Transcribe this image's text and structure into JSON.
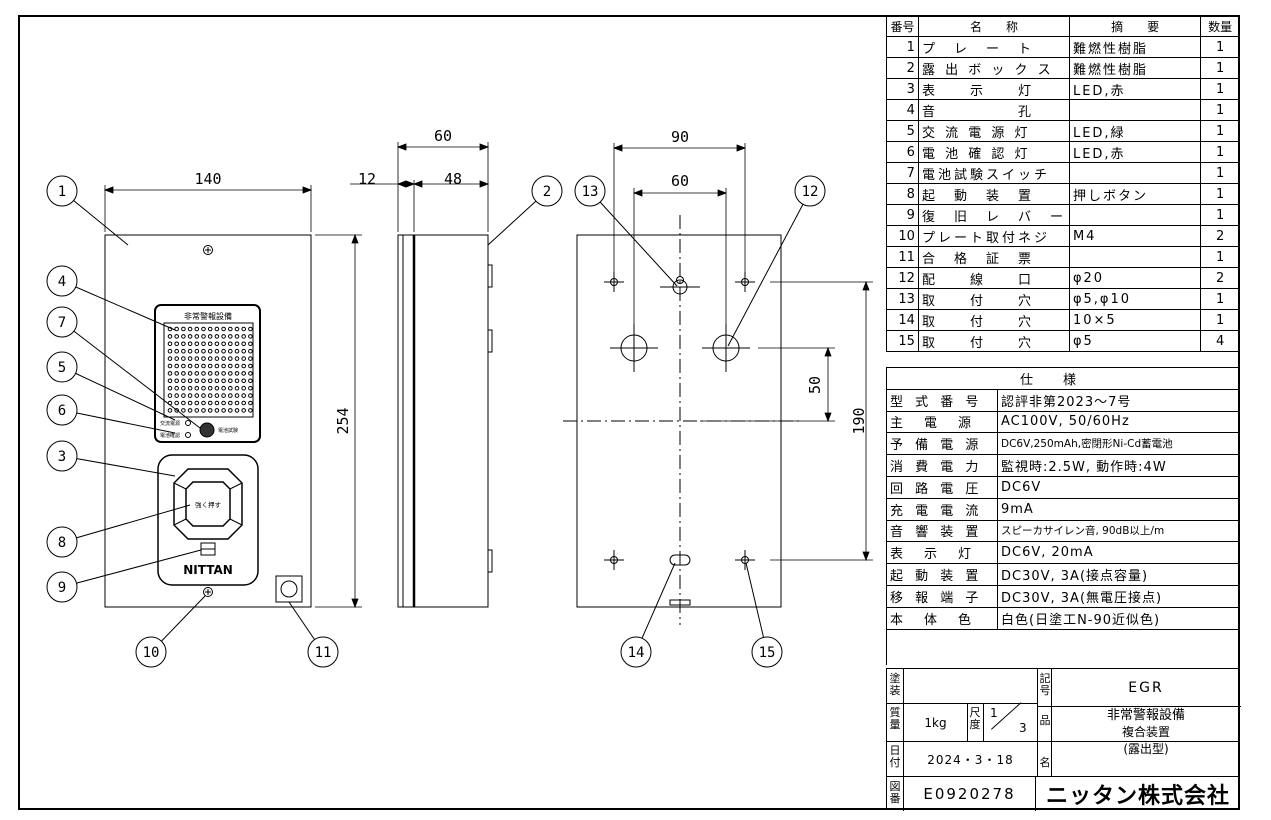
{
  "parts_header": {
    "no": "番号",
    "name": "名　　称",
    "remark": "摘　　要",
    "qty": "数量"
  },
  "parts": [
    {
      "no": "1",
      "name": "プ　レ　ー　ト",
      "remark": "難燃性樹脂",
      "qty": "1"
    },
    {
      "no": "2",
      "name": "露 出 ボ ッ ク ス",
      "remark": "難燃性樹脂",
      "qty": "1"
    },
    {
      "no": "3",
      "name": "表　　示　　灯",
      "remark": "LED,赤",
      "qty": "1"
    },
    {
      "no": "4",
      "name": "音　　　　　孔",
      "remark": "",
      "qty": "1"
    },
    {
      "no": "5",
      "name": "交 流 電 源 灯",
      "remark": "LED,緑",
      "qty": "1"
    },
    {
      "no": "6",
      "name": "電 池 確 認 灯",
      "remark": "LED,赤",
      "qty": "1"
    },
    {
      "no": "7",
      "name": "電池試験スイッチ",
      "remark": "",
      "qty": "1"
    },
    {
      "no": "8",
      "name": "起　動　装　置",
      "remark": "押しボタン",
      "qty": "1"
    },
    {
      "no": "9",
      "name": "復　旧　レ　バ　ー",
      "remark": "",
      "qty": "1"
    },
    {
      "no": "10",
      "name": "プレート取付ネジ",
      "remark": "M4",
      "qty": "2"
    },
    {
      "no": "11",
      "name": "合　格　証　票",
      "remark": "",
      "qty": "1"
    },
    {
      "no": "12",
      "name": "配　　線　　口",
      "remark": "φ20",
      "qty": "2"
    },
    {
      "no": "13",
      "name": "取　　付　　穴",
      "remark": "φ5,φ10",
      "qty": "1"
    },
    {
      "no": "14",
      "name": "取　　付　　穴",
      "remark": "10×5",
      "qty": "1"
    },
    {
      "no": "15",
      "name": "取　　付　　穴",
      "remark": "φ5",
      "qty": "4"
    }
  ],
  "spec_header": "仕様",
  "spec": [
    {
      "k": "型 式 番 号",
      "v": "認評非第2023～7号",
      "small": false
    },
    {
      "k": "主　電　源",
      "v": "AC100V, 50/60Hz",
      "small": false
    },
    {
      "k": "予 備 電 源",
      "v": "DC6V,250mAh,密閉形Ni-Cd蓄電池",
      "small": true
    },
    {
      "k": "消 費 電 力",
      "v": "監視時:2.5W, 動作時:4W",
      "small": false
    },
    {
      "k": "回 路 電 圧",
      "v": "DC6V",
      "small": false
    },
    {
      "k": "充 電 電 流",
      "v": "9mA",
      "small": false
    },
    {
      "k": "音 響 装 置",
      "v": "スピーカサイレン音, 90dB以上/m",
      "small": true
    },
    {
      "k": "表　示　灯",
      "v": "DC6V, 20mA",
      "small": false
    },
    {
      "k": "起 動 装 置",
      "v": "DC30V, 3A(接点容量)",
      "small": false
    },
    {
      "k": "移 報 端 子",
      "v": "DC30V, 3A(無電圧接点)",
      "small": false
    },
    {
      "k": "本　体　色",
      "v": "白色(日塗工N-90近似色)",
      "small": false
    }
  ],
  "title_block": {
    "paint_label": "塗装",
    "symbol_label": "記号",
    "symbol": "EGR",
    "mass_label": "質量",
    "mass": "1kg",
    "scale_label": "尺度",
    "scale_num": "1",
    "scale_den": "3",
    "name_label": "品名",
    "name_line1": "非常警報設備",
    "name_line2": "複合装置",
    "name_line3": "(露出型)",
    "date_label": "日付",
    "date": "2024・3・18",
    "drawing_label": "図番",
    "drawing_no": "E0920278",
    "company": "ニッタン株式会社"
  },
  "drawing": {
    "dims": {
      "front_width": "140",
      "front_height": "254",
      "side_depth": "60",
      "side_offset": "12",
      "side_inner": "48",
      "back_width": "90",
      "back_inner": "60",
      "back_v1": "50",
      "back_v2": "190"
    },
    "panel_text": {
      "speaker_title": "非常警報設備",
      "ac_led": "交流電源",
      "battery_led": "電池確認",
      "battery_switch": "電池試験",
      "button": "強く押す",
      "brand": "NITTAN"
    },
    "balloons": [
      "1",
      "2",
      "3",
      "4",
      "5",
      "6",
      "7",
      "8",
      "9",
      "10",
      "11",
      "12",
      "13",
      "14",
      "15"
    ]
  }
}
